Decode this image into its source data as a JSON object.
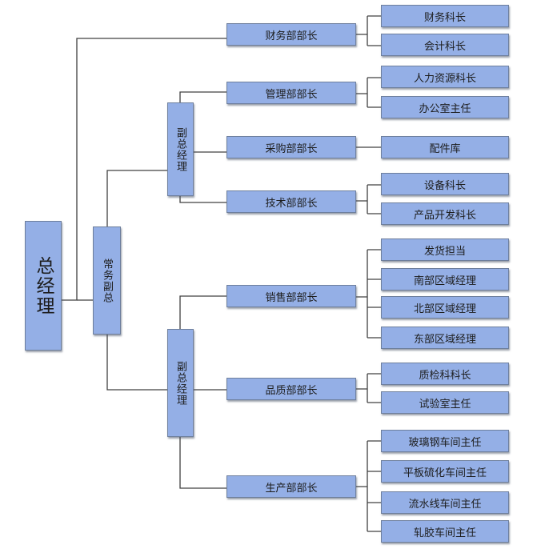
{
  "colors": {
    "box_fill": "#94afe6",
    "box_border": "#6e7f9d",
    "line": "#404040"
  },
  "general_manager": "总经理",
  "executive_vp": "常务副总",
  "vp_upper": "副总经理",
  "vp_lower": "副总经理",
  "departments": {
    "finance": "财务部部长",
    "management": "管理部部长",
    "purchasing": "采购部部长",
    "technology": "技术部部长",
    "sales": "销售部部长",
    "quality": "品质部部长",
    "production": "生产部部长"
  },
  "sections": {
    "finance": [
      "财务科长",
      "会计科长"
    ],
    "management": [
      "人力资源科长",
      "办公室主任"
    ],
    "purchasing": [
      "配件库"
    ],
    "technology": [
      "设备科长",
      "产品开发科长"
    ],
    "sales": [
      "发货担当",
      "南部区域经理",
      "北部区域经理",
      "东部区域经理"
    ],
    "quality": [
      "质检科科长",
      "试验室主任"
    ],
    "production": [
      "玻璃钢车间主任",
      "平板硫化车间主任",
      "流水线车间主任",
      "轧胶车间主任"
    ]
  }
}
